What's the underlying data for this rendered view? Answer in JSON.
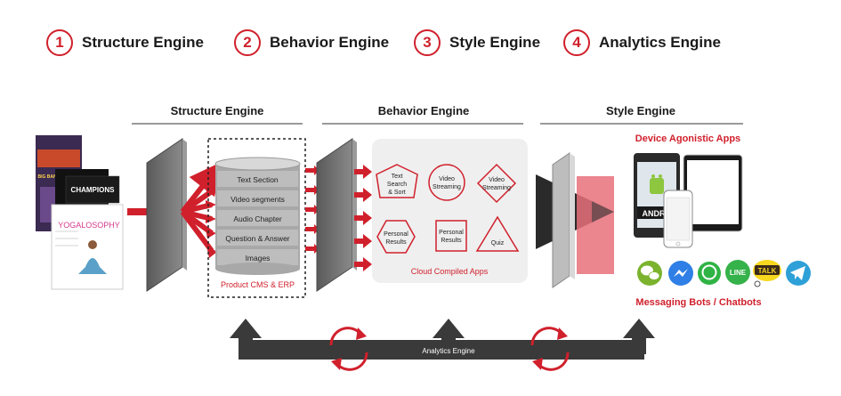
{
  "legend": [
    {
      "num": "1",
      "label": "Structure Engine"
    },
    {
      "num": "2",
      "label": "Behavior Engine"
    },
    {
      "num": "3",
      "label": "Style Engine"
    },
    {
      "num": "4",
      "label": "Analytics Engine"
    }
  ],
  "sections": {
    "structure": "Structure Engine",
    "behavior": "Behavior Engine",
    "style": "Style Engine"
  },
  "cms": {
    "layers": [
      "Text Section",
      "Video segments",
      "Audio Chapter",
      "Question & Answer",
      "Images"
    ],
    "caption": "Product CMS & ERP"
  },
  "cloud_apps": {
    "caption": "Cloud Compiled Apps",
    "items": [
      {
        "shape": "pentagon",
        "lines": [
          "Text",
          "Search",
          "& Sort"
        ]
      },
      {
        "shape": "circle",
        "lines": [
          "Video",
          "Streaming"
        ]
      },
      {
        "shape": "diamond",
        "lines": [
          "Video",
          "Streaming"
        ]
      },
      {
        "shape": "hexagon",
        "lines": [
          "Personal",
          "Results"
        ]
      },
      {
        "shape": "square",
        "lines": [
          "Personal",
          "Results"
        ]
      },
      {
        "shape": "triangle",
        "lines": [
          "Quiz"
        ]
      }
    ]
  },
  "devices": {
    "title": "Device Agonistic Apps",
    "android_text": "ANDRO"
  },
  "messaging": {
    "title": "Messaging Bots / Chatbots",
    "icons": [
      "wechat-icon",
      "messenger-icon",
      "whatsapp-icon",
      "line-icon",
      "kakaotalk-icon",
      "telegram-icon"
    ],
    "line_label": "LINE",
    "talk_label": "TALK"
  },
  "thumbnails": {
    "t1": "BIG BANG THEORY",
    "t2": "CHAMPIONS",
    "t3": "YOGALOSOPHY"
  },
  "analytics_label": "Analytics Engine",
  "colors": {
    "accent": "#d0202c",
    "dark": "#3a3a3a",
    "panel": "#efefef"
  }
}
